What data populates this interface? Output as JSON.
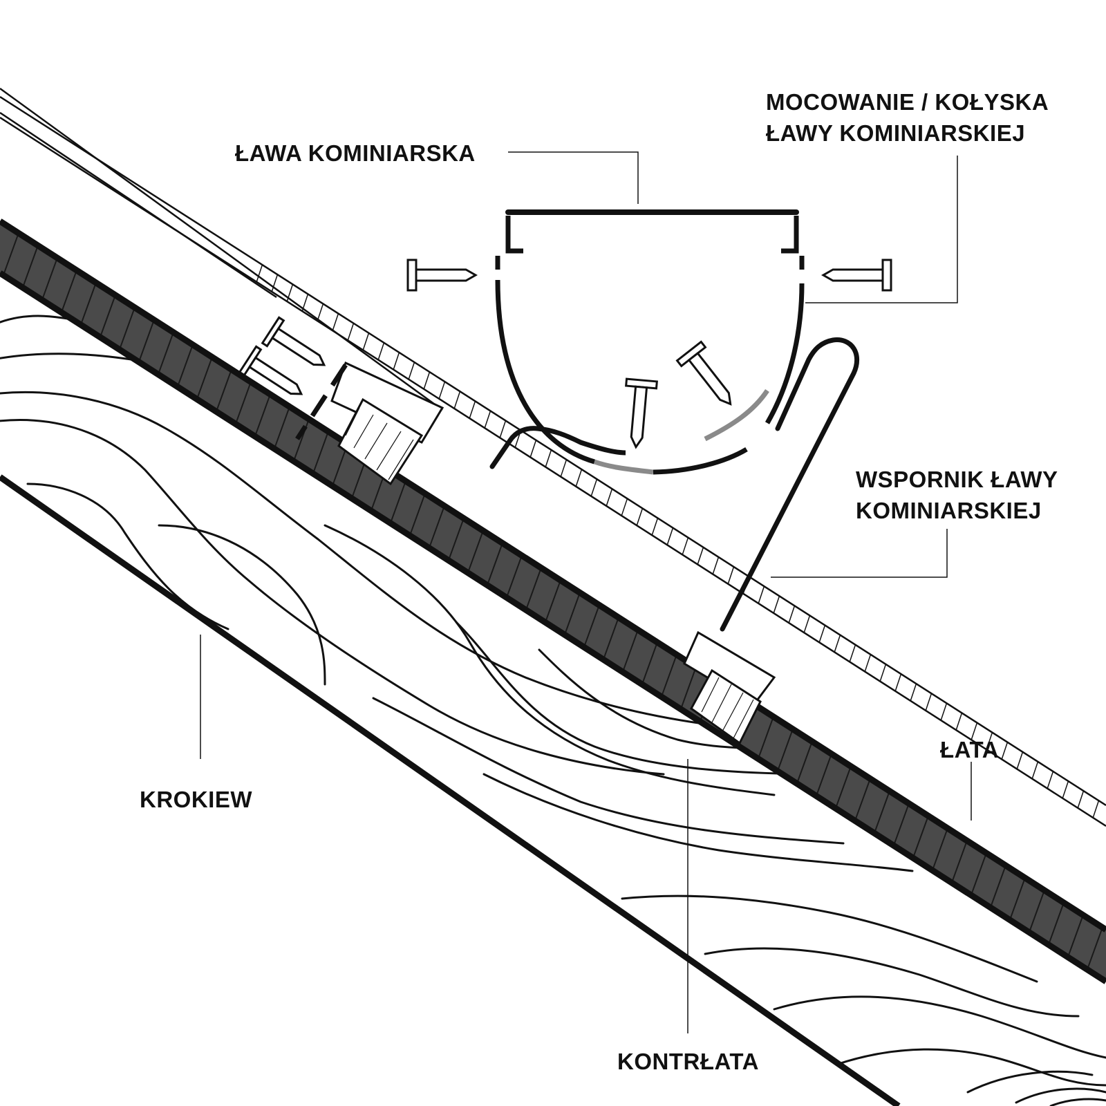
{
  "labels": {
    "lawa_kominiarska": "ŁAWA KOMINIARSKA",
    "mocowanie_line1": "MOCOWANIE / KOŁYSKA",
    "mocowanie_line2": "ŁAWY KOMINIARSKIEJ",
    "wspornik_line1": "WSPORNIK ŁAWY",
    "wspornik_line2": "KOMINIARSKIEJ",
    "lata": "ŁATA",
    "krokiew": "KROKIEW",
    "kontrlata": "KONTRŁATA"
  },
  "colors": {
    "ink": "#111111",
    "membrane": "#4a4a4a",
    "grey_stroke": "#8a8a8a",
    "background": "#ffffff"
  }
}
